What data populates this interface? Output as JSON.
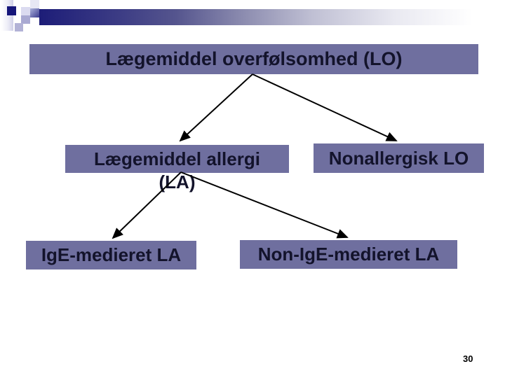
{
  "diagram": {
    "nodes": {
      "root": "Lægemiddel overfølsomhed (LO)",
      "allergy": "Lægemiddel allergi",
      "allergy_abbrev": "(LA)",
      "nonallergic": "Nonallergisk LO",
      "ige": "IgE-medieret LA",
      "non_ige": "Non-IgE-medieret LA"
    },
    "edges": [
      {
        "from": "root",
        "to": "allergy"
      },
      {
        "from": "root",
        "to": "nonallergic"
      },
      {
        "from": "allergy",
        "to": "ige"
      },
      {
        "from": "allergy",
        "to": "non_ige"
      }
    ]
  },
  "footer": {
    "page_number": "30"
  },
  "colors": {
    "node_fill": "#6f6f9f",
    "node_text": "#13132b",
    "connector": "#000000",
    "accent_navy": "#16167a",
    "background": "#ffffff"
  }
}
